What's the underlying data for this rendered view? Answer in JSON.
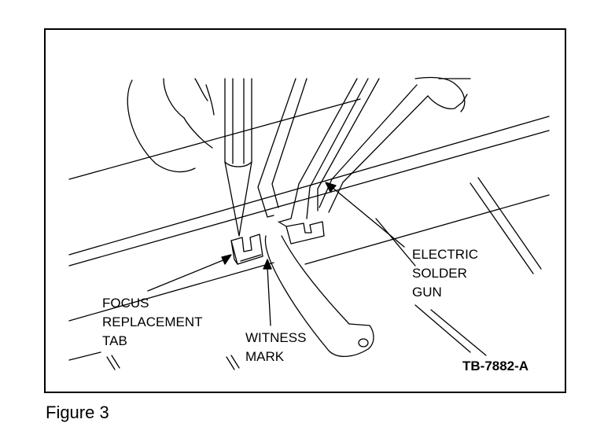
{
  "figure": {
    "caption": "Figure 3",
    "code": "TB-7882-A",
    "callouts": {
      "focus_tab": [
        "FOCUS",
        "REPLACEMENT",
        "TAB"
      ],
      "witness_mark": [
        "WITNESS",
        "MARK"
      ],
      "solder_gun": [
        "ELECTRIC",
        "SOLDER",
        "GUN"
      ]
    }
  }
}
